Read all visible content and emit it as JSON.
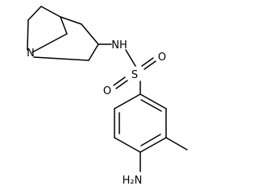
{
  "molecule": {
    "atoms": {
      "n_ring": "N",
      "nh": "NH",
      "s": "S",
      "o_top": "O",
      "o_bottom": "O",
      "nh2": "H₂N"
    }
  }
}
